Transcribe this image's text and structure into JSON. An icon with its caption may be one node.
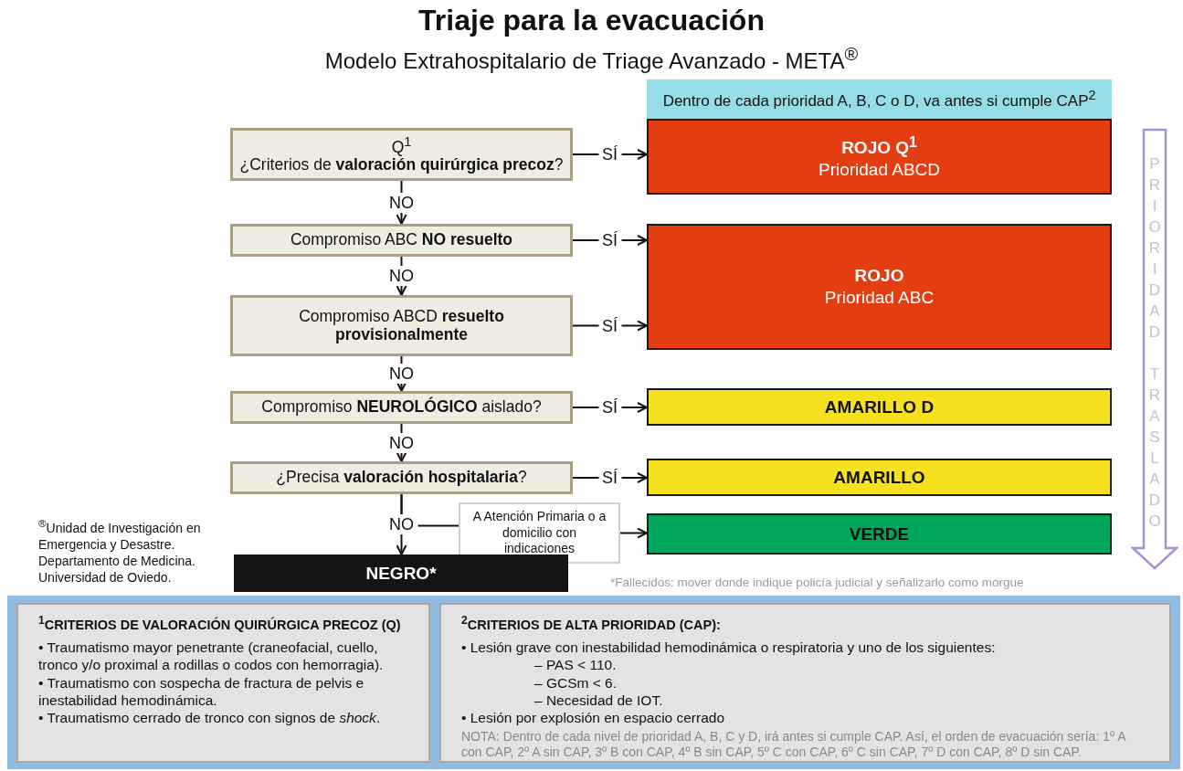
{
  "diagram": {
    "title": "Triaje para la evacuación",
    "nodes": [
      {
        "text": [
          "Q$^{1}$",
          "¿Criterios de **valoración quirúrgica precoz**?"
        ]
      },
      {
        "text": [
          "Compromiso ABC **NO resuelto**"
        ]
      },
      {
        "text": [
          "Compromiso ABCD **resuelto provisionalmente**"
        ]
      },
      {
        "text": [
          "Compromiso **NEUROLÓGICO** aislado?"
        ]
      },
      {
        "text": [
          "¿Precisa **valoración hospitalaria**?"
        ]
      },
      {
        "text": [
          "ROJO Q$^{1}$",
          "Prioridad ABCD"
        ]
      },
      {
        "text": [
          "ROJO",
          "Prioridad ABC"
        ]
      },
      {
        "text": [
          "AMARILLO D"
        ]
      },
      {
        "text": [
          "AMARILLO"
        ]
      },
      {
        "text": [
          "A Atención Primaria o a domicilio con indicaciones"
        ]
      },
      {
        "text": [
          "VERDE"
        ]
      },
      {
        "text": [
          "NEGRO*"
        ]
      },
      {
        "text": [
          "Dentro de cada prioridad A, B, C o D, va antes si cumple CAP$^{2}$"
        ]
      },
      {
        "text": [
          "PRIORIDAD TRASLADO"
        ]
      },
      {
        "text": [
          "$^{1}$CRITERIOS DE VALORACIÓN QUIRÚRGICA PRECOZ (Q)",
          "• Traumatismo mayor penetrante (craneofacial, cuello, tronco y/o proximal a rodillas o codos con hemorragia).",
          "• Traumatismo con sospecha de fractura de pelvis e inestabilidad hemodinámica.",
          "• Traumatismo cerrado de tronco con signos de *shock*."
        ]
      },
      {
        "text": [
          "$^{2}$CRITERIOS DE ALTA PRIORIDAD (CAP):",
          "• Lesión grave con inestabilidad hemodinámica o respiratoria  y uno de los siguientes:",
          "– PAS < 110.",
          "– GCSm < 6.",
          "– Necesidad de IOT.",
          "• Lesión por explosión en espacio cerrado",
          "NOTA: Dentro de cada nivel de prioridad A, B, C y D, irá antes si cumple CAP. Así, el orden de evacuación sería: 1º A con CAP, 2º A sin CAP, 3º B con CAP, 4º B sin CAP, 5º C con CAP, 6º C sin CAP, 7º D con CAP, 8º D sin CAP."
        ]
      }
    ],
    "edges": [
      {
        "from": 0,
        "to": 5,
        "arrow": "to",
        "label": "SÍ"
      },
      {
        "from": 0,
        "to": 1,
        "arrow": "to",
        "label": "NO"
      },
      {
        "from": 1,
        "to": 6,
        "arrow": "to",
        "label": "SÍ"
      },
      {
        "from": 1,
        "to": 2,
        "arrow": "to",
        "label": "NO"
      },
      {
        "from": 2,
        "to": 6,
        "arrow": "to",
        "label": "SÍ"
      },
      {
        "from": 2,
        "to": 3,
        "arrow": "to",
        "label": "NO"
      },
      {
        "from": 3,
        "to": 7,
        "arrow": "to",
        "label": "SÍ"
      },
      {
        "from": 3,
        "to": 4,
        "arrow": "to",
        "label": "NO"
      },
      {
        "from": 4,
        "to": 8,
        "arrow": "to",
        "label": "SÍ"
      },
      {
        "from": 4,
        "to": 11,
        "arrow": "to",
        "label": "NO"
      },
      {
        "from": 4,
        "to": 9,
        "arrow": "none"
      },
      {
        "from": 9,
        "to": 10,
        "arrow": "to"
      }
    ],
    "labels": [
      "Modelo Extrahospitalario de Triage Avanzado - META$^{®}$",
      "$^{®}$Unidad de Investigación en Emergencia y Desastre. Departamento de Medicina. Universidad de Oviedo.",
      "*Fallecidos: mover donde indique policía judicial y señalizarlo como morgue"
    ]
  }
}
